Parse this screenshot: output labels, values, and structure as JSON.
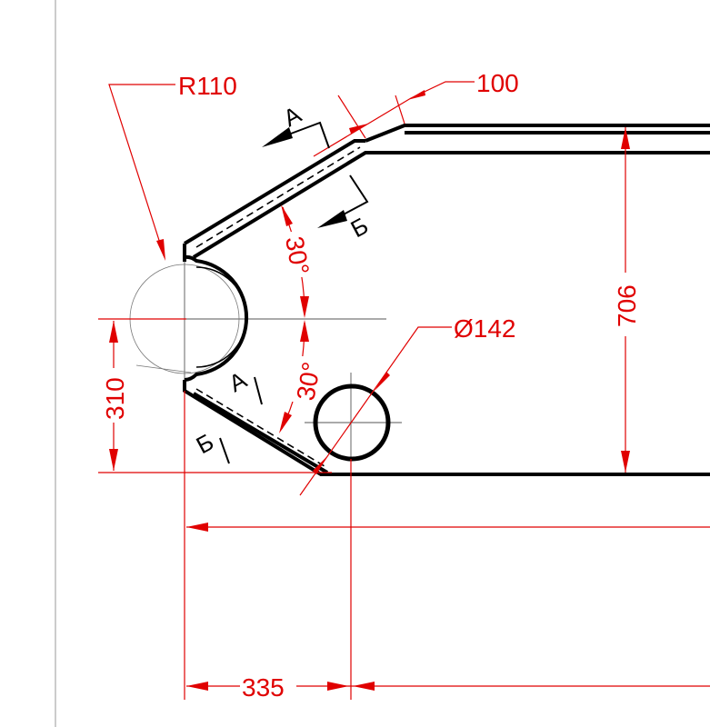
{
  "colors": {
    "object": "#000000",
    "dimension": "#e00000",
    "centerline": "#555555",
    "background": "#ffffff"
  },
  "dimensions": {
    "bend_radius": "R110",
    "flange_width": "100",
    "height": "706",
    "hole_diameter": "Ø142",
    "angle_upper": "30°",
    "angle_lower": "30°",
    "vertical_offset": "310",
    "horizontal_offset": "335"
  },
  "sections": {
    "a_top": "А",
    "b_top": "Б",
    "a_bottom": "А",
    "b_bottom": "Б"
  }
}
